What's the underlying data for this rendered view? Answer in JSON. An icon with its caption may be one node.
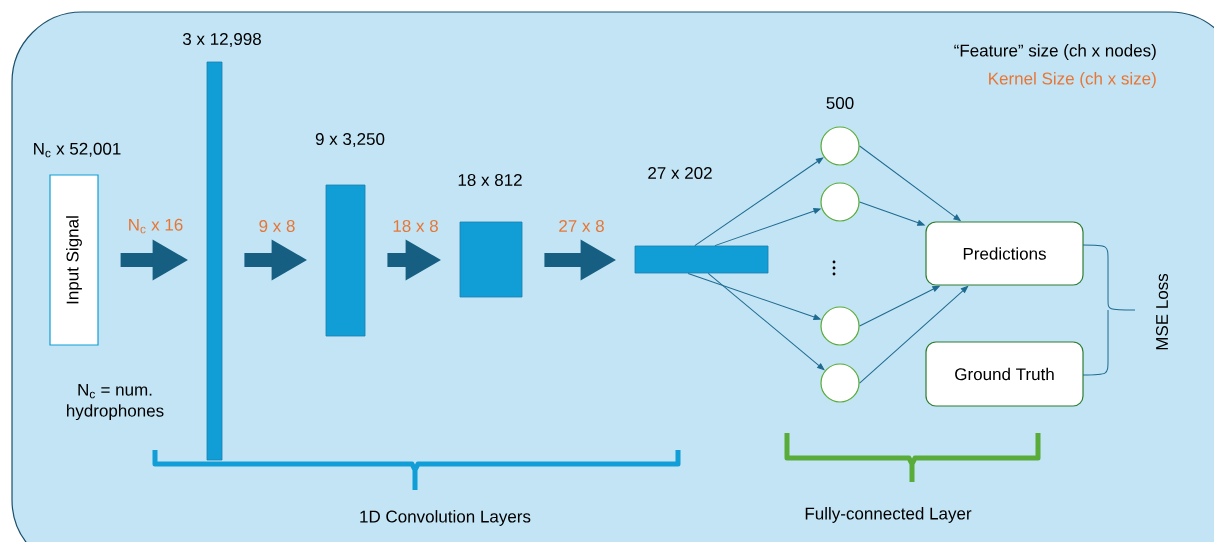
{
  "diagram": {
    "nodes": [
      {
        "text": [
          "Input Signal"
        ],
        "beside": [
          "N$_{c}$ x 52,001"
        ]
      },
      {
        "text": [],
        "shape": "bar",
        "beside": [
          "3 x 12,998"
        ]
      },
      {
        "text": [],
        "shape": "bar",
        "beside": [
          "9 x 3,250"
        ]
      },
      {
        "text": [],
        "shape": "box",
        "beside": [
          "18 x 812"
        ]
      },
      {
        "text": [],
        "shape": "bar",
        "beside": [
          "27 x 202"
        ]
      },
      {
        "text": [],
        "shape": "circle",
        "beside": [
          "500"
        ]
      },
      {
        "text": [],
        "shape": "circle"
      },
      {
        "text": [],
        "shape": "circle"
      },
      {
        "text": [],
        "shape": "circle"
      },
      {
        "text": [
          "Predictions"
        ]
      },
      {
        "text": [
          "Ground Truth"
        ]
      }
    ],
    "edges": [
      {
        "from": 0,
        "to": 1,
        "arrow": "to",
        "label": "N$_{c}$ x 16",
        "style": "thick"
      },
      {
        "from": 1,
        "to": 2,
        "arrow": "to",
        "label": "9 x 8",
        "style": "thick"
      },
      {
        "from": 2,
        "to": 3,
        "arrow": "to",
        "label": "18 x 8",
        "style": "thick"
      },
      {
        "from": 3,
        "to": 4,
        "arrow": "to",
        "label": "27 x 8",
        "style": "thick"
      },
      {
        "from": 4,
        "to": 5,
        "arrow": "to"
      },
      {
        "from": 4,
        "to": 6,
        "arrow": "to"
      },
      {
        "from": 4,
        "to": 7,
        "arrow": "to"
      },
      {
        "from": 4,
        "to": 8,
        "arrow": "to"
      },
      {
        "from": 5,
        "to": 9,
        "arrow": "to"
      },
      {
        "from": 6,
        "to": 9,
        "arrow": "to"
      },
      {
        "from": 7,
        "to": 9,
        "arrow": "to"
      },
      {
        "from": 8,
        "to": 9,
        "arrow": "to"
      }
    ],
    "labels": [
      "“Feature” size (ch x nodes)",
      "Kernel Size (ch x size)",
      "N$_{c}$ = num. hydrophones",
      "MSE Loss",
      "1D Convolution Layers",
      "Fully-connected Layer"
    ]
  }
}
